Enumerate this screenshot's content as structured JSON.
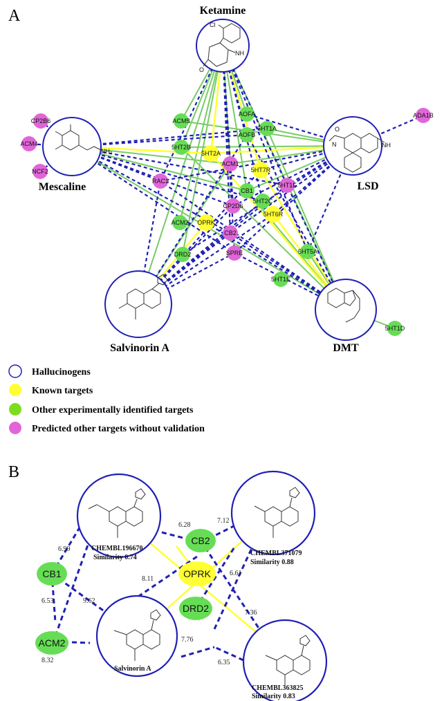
{
  "panelA": {
    "label": "A",
    "drugs": {
      "ketamine": "Ketamine",
      "mescaline": "Mescaline",
      "lsd": "LSD",
      "salvinorin": "Salvinorin A",
      "dmt": "DMT"
    },
    "targets": {
      "acm5": "ACM5",
      "aofa": "AOFA",
      "ht1a": "5HT1A",
      "aofb": "AOFB",
      "ht2b": "5HT2B",
      "ht2a": "5HT2A",
      "acm1": "ACM1",
      "ht7r": "5HT7R",
      "rac1": "RAC1",
      "cb1": "CB1",
      "ht2c": "5HT2C",
      "ht1f": "5HT1F",
      "cp2d6": "CP2D6",
      "acm2": "ACM2",
      "oprk": "OPRK",
      "cb2": "CB2",
      "ht6r": "5HT6R",
      "ht5a": "5HT5A",
      "drd2": "DRD2",
      "spre": "SPRE",
      "ht1e": "5HT1E",
      "ht1d": "5HT1D",
      "cp2b6": "CP2B6",
      "acm4": "ACM4",
      "ncf2": "NCF2",
      "ada1b": "ADA1B"
    },
    "molecule_text": {
      "cl": "Cl",
      "nh": "NH",
      "o": "O",
      "nh2": "NH₂",
      "n": "N",
      "nh_lsd": "NH"
    },
    "legend": [
      {
        "text": "Hallucinogens",
        "color": "#1f1fb4"
      },
      {
        "text": "Known targets",
        "color": "#ffff33"
      },
      {
        "text": "Other experimentally identified targets",
        "color": "#7ddc1f"
      },
      {
        "text": "Predicted other targets without validation",
        "color": "#e066d8"
      }
    ]
  },
  "panelB": {
    "label": "B",
    "compounds": {
      "c1_name": "CHEMBL196670",
      "c1_sim": "Similarity 0.74",
      "c2_name": "CHEMBL371079",
      "c2_sim": "Similarity 0.88",
      "c3_name": "Salvinorin A",
      "c4_name": "CHEMBL363825",
      "c4_sim": "Similarity 0.83"
    },
    "targets": {
      "cb1": "CB1",
      "cb2": "CB2",
      "oprk": "OPRK",
      "acm2": "ACM2",
      "drd2": "DRD2"
    },
    "edge_values": {
      "e1": "6.99",
      "e2": "6.28",
      "e3": "7.12",
      "e4": "6.53",
      "e5": "9.62",
      "e6": "8.11",
      "e7": "6.61",
      "e8": "7.36",
      "e9": "8.32",
      "e10": "7.76",
      "e11": "6.35"
    }
  },
  "colors": {
    "blue": "#1f1fb4",
    "green_edge": "#77cc66",
    "yellow": "#ffff33",
    "green_node": "#66dd55",
    "pink_node": "#e066d8"
  }
}
